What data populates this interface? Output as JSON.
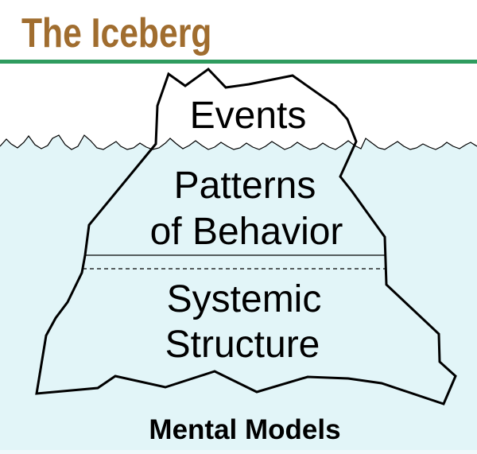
{
  "slide_title": "The Iceberg",
  "labels": {
    "events": "Events",
    "patterns_line1": "Patterns",
    "patterns_line2": "of Behavior",
    "systemic_line1": "Systemic",
    "systemic_line2": "Structure",
    "mental_models": "Mental Models"
  },
  "colors": {
    "title_brown": "#A06D2F",
    "divider_green": "#2F9C5F",
    "water_blue": "#E2F5F8",
    "outline_black": "#000000"
  }
}
